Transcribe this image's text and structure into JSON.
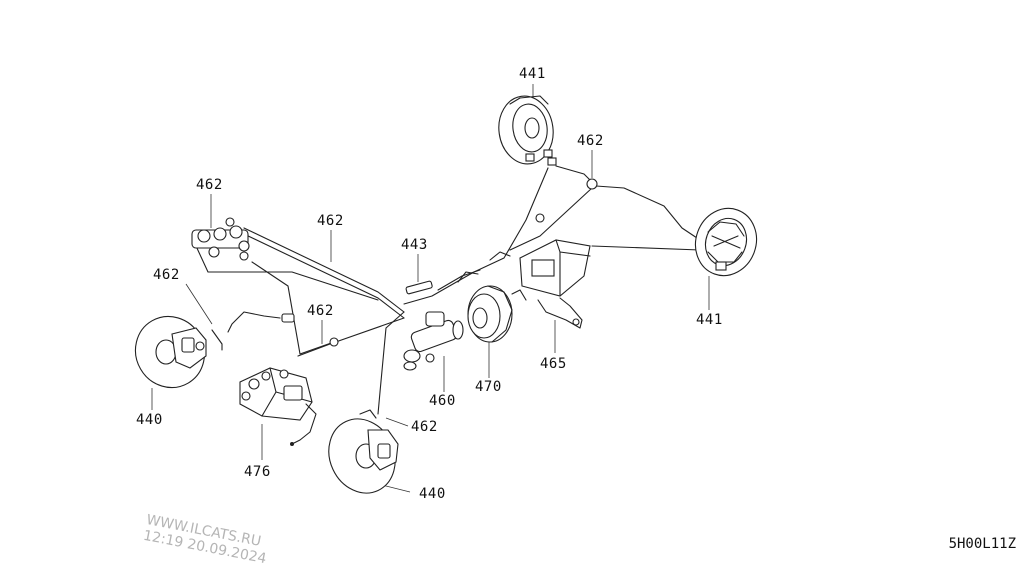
{
  "diagram": {
    "parts": [
      {
        "id": "part-441-top",
        "number": "441"
      },
      {
        "id": "part-462-top-right",
        "number": "462"
      },
      {
        "id": "part-462-top-left",
        "number": "462"
      },
      {
        "id": "part-462-center",
        "number": "462"
      },
      {
        "id": "part-443",
        "number": "443"
      },
      {
        "id": "part-462-left",
        "number": "462"
      },
      {
        "id": "part-462-mid",
        "number": "462"
      },
      {
        "id": "part-441-right",
        "number": "441"
      },
      {
        "id": "part-465",
        "number": "465"
      },
      {
        "id": "part-470",
        "number": "470"
      },
      {
        "id": "part-460",
        "number": "460"
      },
      {
        "id": "part-440-left",
        "number": "440"
      },
      {
        "id": "part-476",
        "number": "476"
      },
      {
        "id": "part-462-bottom",
        "number": "462"
      },
      {
        "id": "part-440-bottom",
        "number": "440"
      }
    ],
    "code": "5H00L11Z"
  },
  "watermark": {
    "line1": "WWW.ILCATS.RU",
    "line2": "12:19 20.09.2024"
  }
}
